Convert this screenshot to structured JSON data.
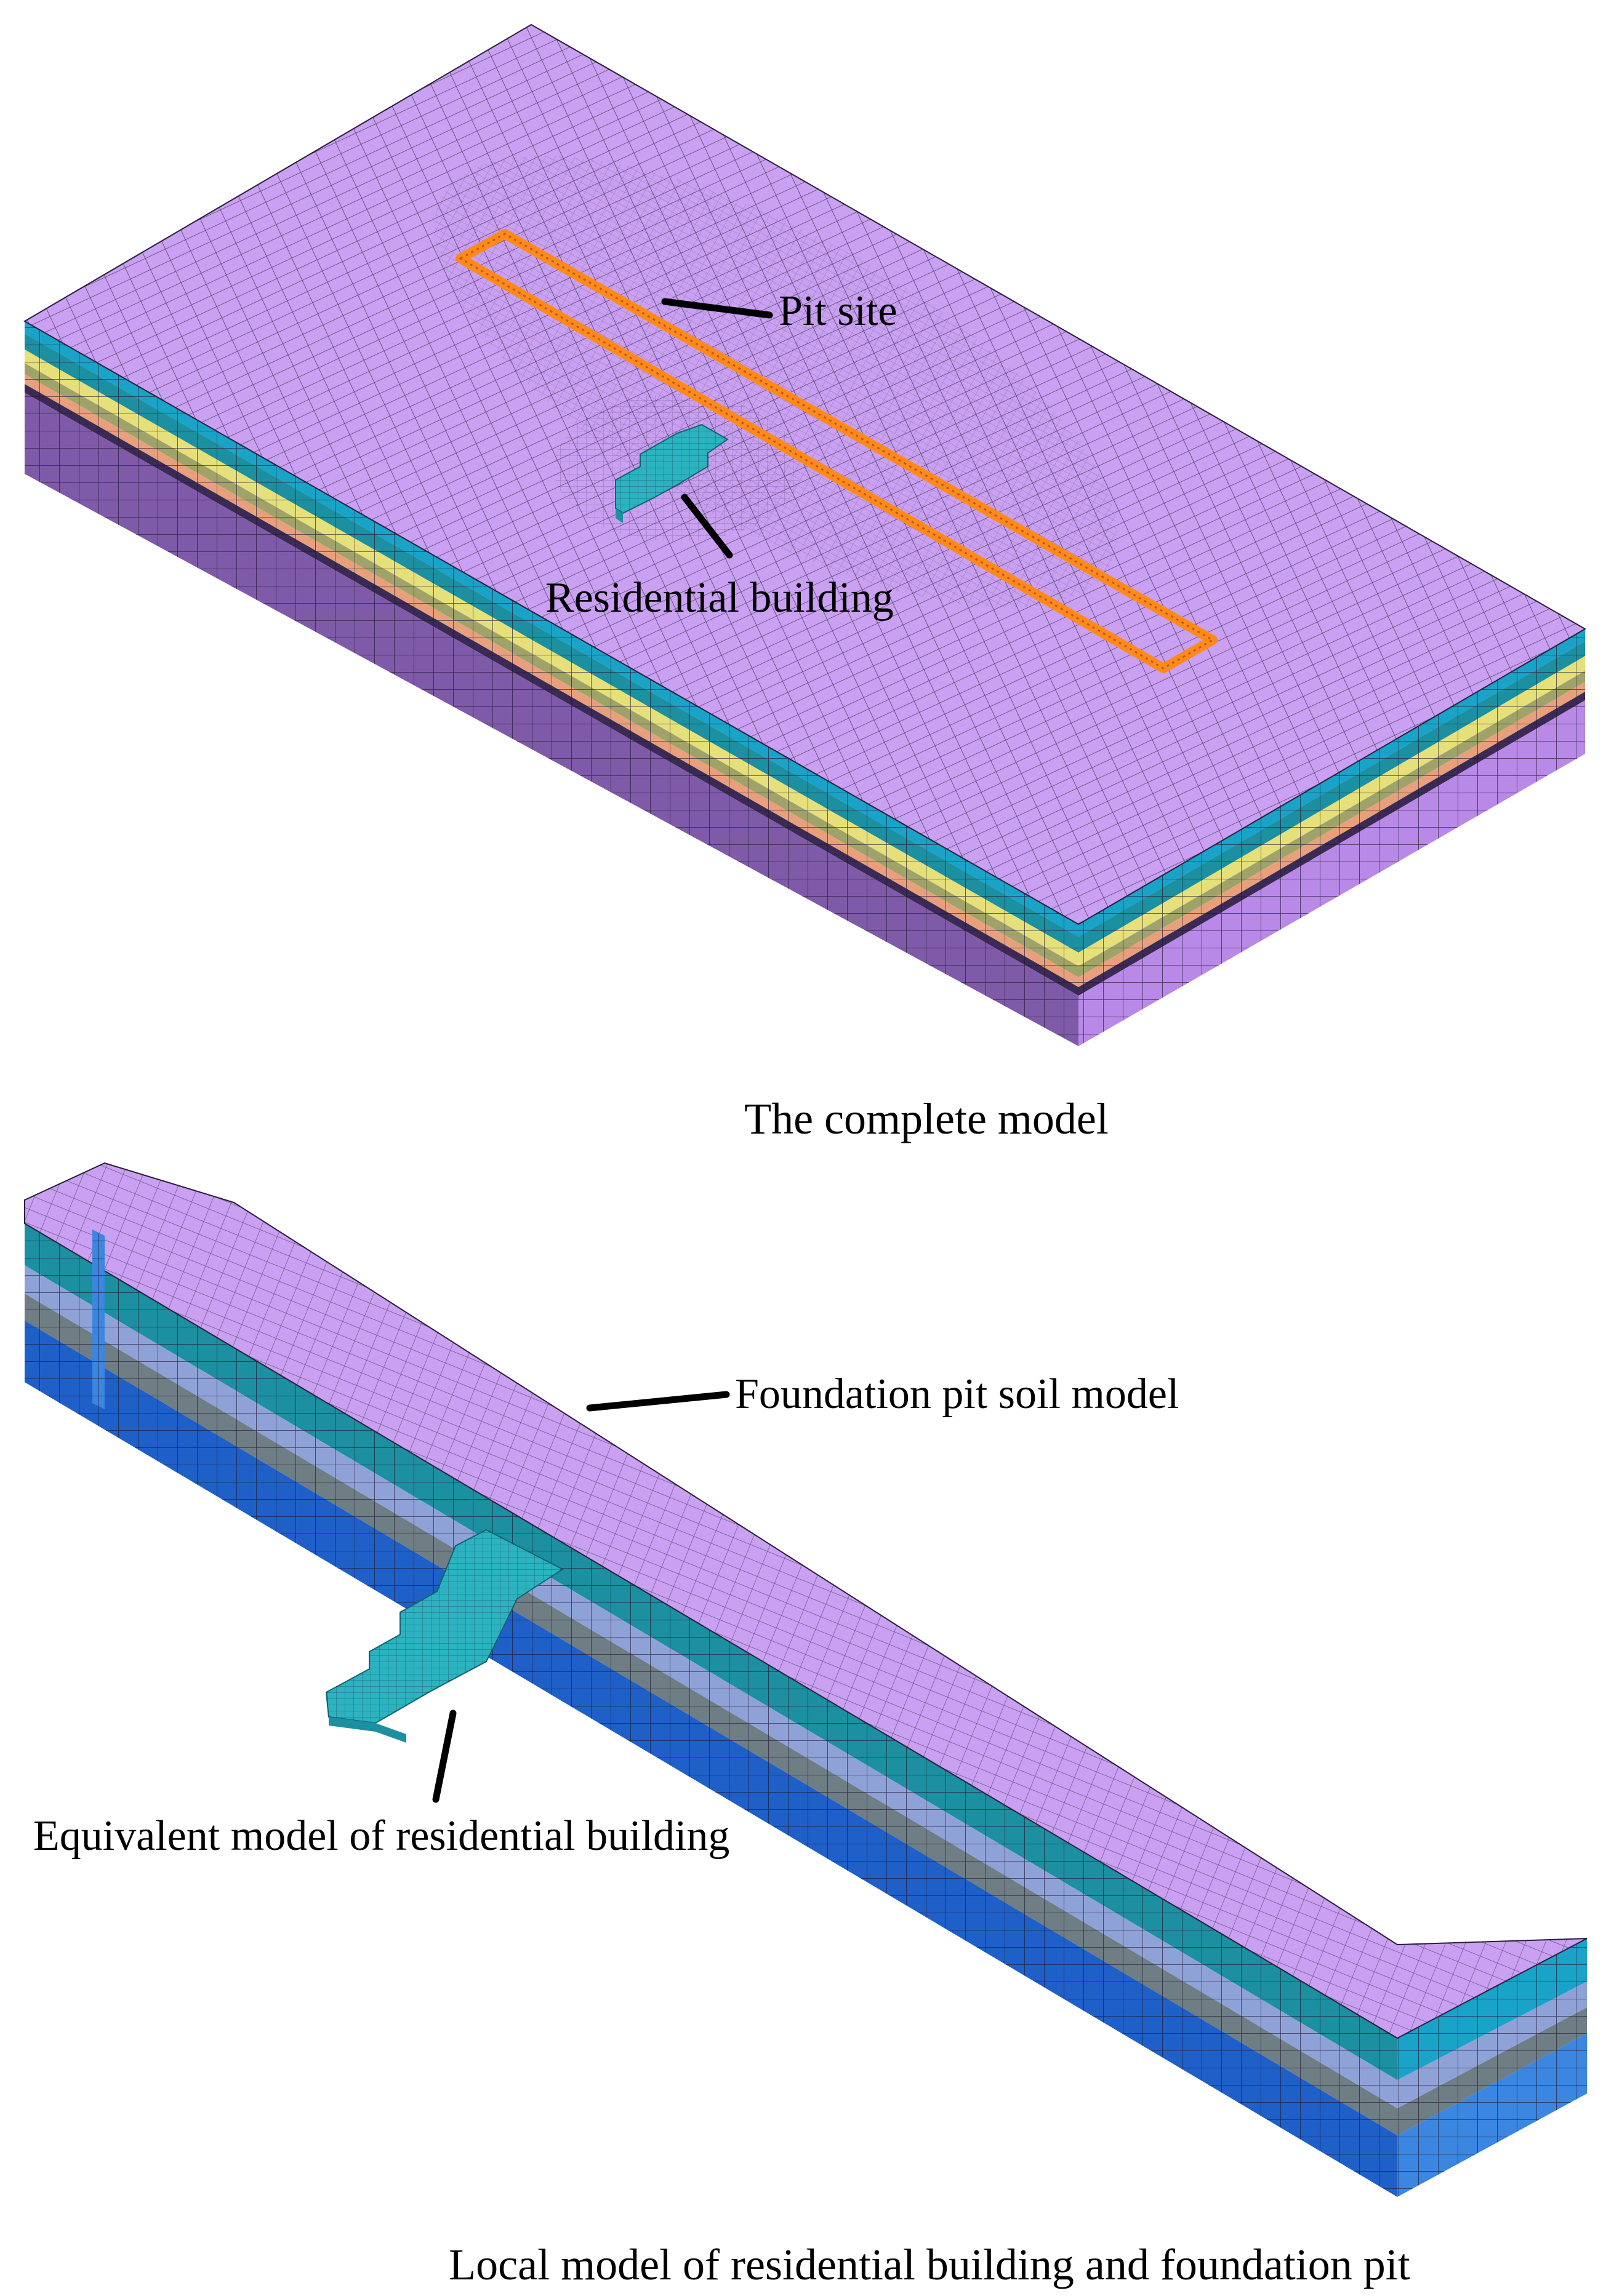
{
  "figure": {
    "top_panel": {
      "caption": "The complete model",
      "callouts": {
        "pit": "Pit site",
        "building": "Residential building"
      }
    },
    "bottom_panel": {
      "caption": "Local model of residential building and foundation pit",
      "callouts": {
        "soil": "Foundation pit soil model",
        "building": "Equivalent model of residential building"
      }
    }
  },
  "colors": {
    "soil_top": "#c9a0f2",
    "soil_side_dark": "#7e5aa8",
    "soil_side_light": "#b889e6",
    "mesh_line": "#2a1f3a",
    "layer_cyan": "#1aa3c9",
    "layer_teal": "#1c8fa0",
    "layer_yellow": "#e6e07a",
    "layer_peach": "#e8a07c",
    "layer_olive": "#9fa36a",
    "layer_dark": "#3a2a55",
    "layer_lavender": "#8fa2d8",
    "layer_grey": "#6f7d84",
    "layer_blue": "#1f5fc8",
    "layer_blue_light": "#3a86e0",
    "pit_outline": "#ff8a1c",
    "building": "#2bb3c0",
    "leader": "#000000"
  }
}
